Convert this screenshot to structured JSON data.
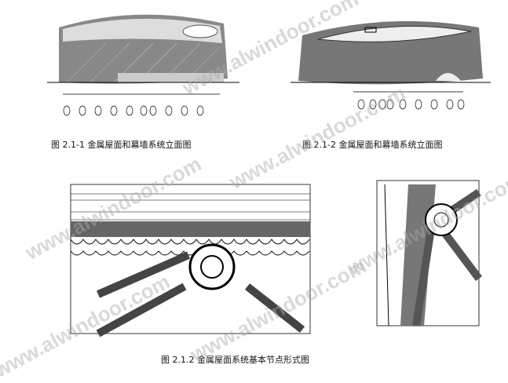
{
  "captions": {
    "fig1": "图 2.1-1   金属屋面和幕墙系统立面图",
    "fig2": "图 2.1-2 金属屋面和幕墙系统立面图",
    "fig3": "图 2.1.2   金属屋面系统基本节点形式图"
  },
  "watermark": "www.alwindoor.com"
}
